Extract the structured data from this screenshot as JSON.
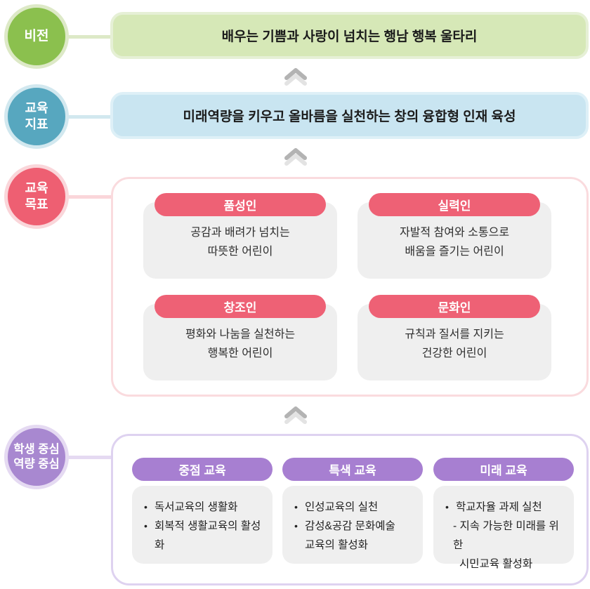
{
  "glyphs": {
    "bullet": "•"
  },
  "sections": {
    "vision": {
      "circle_label": "비전",
      "banner_text": "배우는 기쁨과 사랑이 넘치는 행남 행복 울타리"
    },
    "index": {
      "circle_line1": "교육",
      "circle_line2": "지표",
      "banner_text": "미래역량을 키우고 올바름을 실천하는 창의 융합형 인재 육성"
    },
    "goals": {
      "circle_line1": "교육",
      "circle_line2": "목표",
      "cards": [
        {
          "badge": "품성인",
          "line1": "공감과 배려가 넘치는",
          "line2": "따뜻한 어린이"
        },
        {
          "badge": "실력인",
          "line1": "자발적 참여와 소통으로",
          "line2": "배움을 즐기는 어린이"
        },
        {
          "badge": "창조인",
          "line1": "평화와 나눔을 실천하는",
          "line2": "행복한 어린이"
        },
        {
          "badge": "문화인",
          "line1": "규칙과 질서를 지키는",
          "line2": "건강한 어린이"
        }
      ]
    },
    "programs": {
      "circle_line1": "학생 중심",
      "circle_line2": "역량 중심",
      "columns": [
        {
          "badge": "중점 교육",
          "items": [
            {
              "style": "bullet",
              "text": "독서교육의 생활화"
            },
            {
              "style": "bullet",
              "text": "회복적 생활교육의 활성화"
            }
          ]
        },
        {
          "badge": "특색 교육",
          "items": [
            {
              "style": "bullet",
              "text": "인성교육의 실천"
            },
            {
              "style": "bullet",
              "text": "감성&공감 문화예술"
            },
            {
              "style": "cont",
              "text": "교육의 활성화"
            }
          ]
        },
        {
          "badge": "미래 교육",
          "items": [
            {
              "style": "bullet",
              "text": "학교자율 과제 실천"
            },
            {
              "style": "sub",
              "text": "- 지속 가능한 미래를 위한"
            },
            {
              "style": "sub2",
              "text": "시민교육 활성화"
            }
          ]
        }
      ]
    }
  },
  "colors": {
    "vision_circle": "#8bc04e",
    "vision_ring": "#dde9c7",
    "vision_banner_fill": "#d6e8b7",
    "vision_banner_border": "#e6f0d6",
    "index_circle": "#57a7bf",
    "index_ring": "#d2e8ef",
    "index_banner_fill": "#c9e5f1",
    "index_banner_border": "#def0f7",
    "goals_circle": "#ee5f72",
    "goals_ring": "#fad6da",
    "goals_box_border": "#fadbde",
    "goals_badge": "#ee6175",
    "card_fill": "#efefef",
    "programs_circle": "#a888d0",
    "programs_ring": "#e5daf2",
    "programs_box_border": "#ded2f0",
    "programs_badge": "#a77fd1",
    "chevron_dark": "#b3b3b3",
    "chevron_light": "#e3e3e3"
  }
}
